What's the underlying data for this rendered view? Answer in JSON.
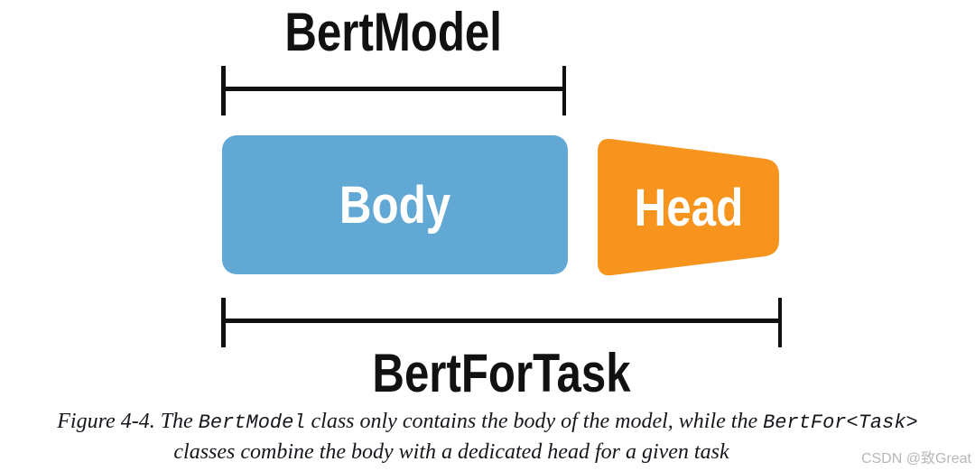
{
  "diagram": {
    "top_label": "BertModel",
    "bottom_label": "BertForTask",
    "body": {
      "label": "Body",
      "color": "#62a8d4"
    },
    "head": {
      "label": "Head",
      "color": "#f7941e"
    },
    "line_color": "#111111"
  },
  "caption": {
    "line1_prefix": "Figure 4-4. The ",
    "line1_code1": "BertModel",
    "line1_middle": " class only contains the body of the model, while the ",
    "line1_code2": "BertFor<Task>",
    "line2": "classes combine the body with a dedicated head for a given task"
  },
  "watermark": "CSDN @致Great"
}
